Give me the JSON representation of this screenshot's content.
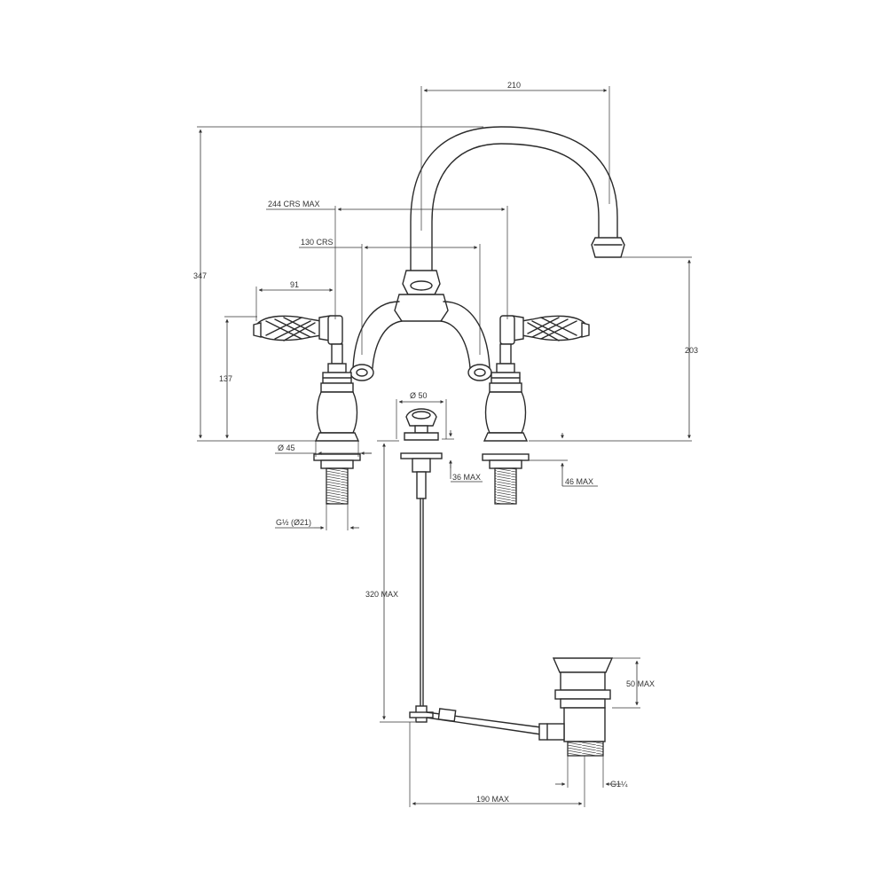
{
  "dimensions": {
    "width_spout": "210",
    "height_total": "347",
    "centres_max": "244 CRS MAX",
    "centres_min": "130 CRS",
    "handle_reach": "91",
    "handle_height": "137",
    "spout_height": "203",
    "waste_diameter": "Ø 50",
    "base_diameter": "Ø 45",
    "thread_size": "G½ (Ø21)",
    "waste_projection": "36 MAX",
    "deck_thickness": "46 MAX",
    "rod_length": "320 MAX",
    "waste_body": "50 MAX",
    "waste_thread": "G1¼",
    "waste_reach": "190 MAX"
  },
  "colors": {
    "line": "#2b2b2b",
    "background": "#ffffff"
  }
}
